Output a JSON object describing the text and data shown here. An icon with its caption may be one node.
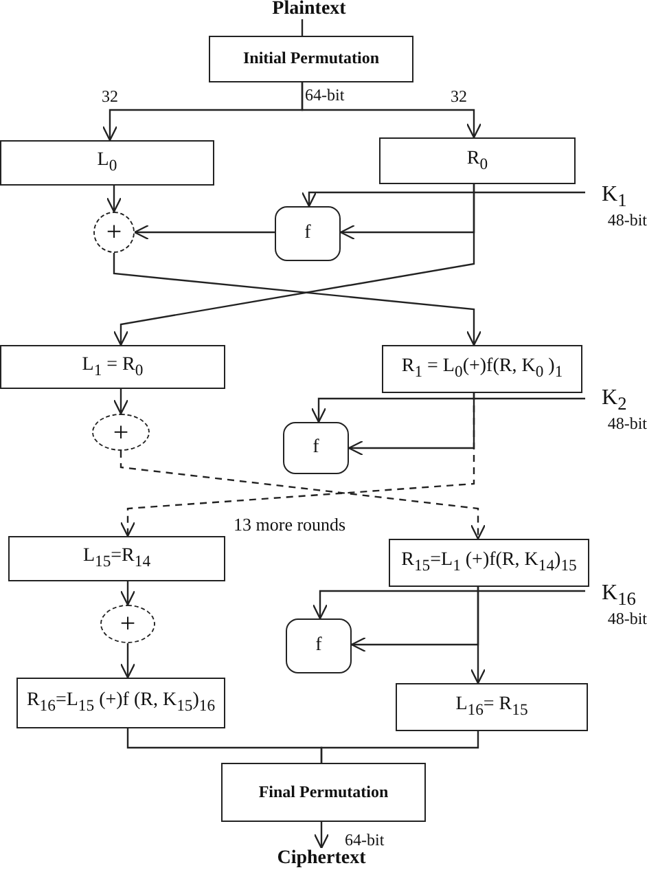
{
  "diagram": {
    "nodes": [
      {
        "text": [
          "Plaintext"
        ]
      },
      {
        "text": [
          "Initial Permutation"
        ]
      },
      {
        "text": [
          "L$_{0}$"
        ]
      },
      {
        "text": [
          "R$_{0}$"
        ]
      },
      {
        "text": [
          "K$_{1}$",
          "48-bit"
        ]
      },
      {
        "text": [
          "+"
        ]
      },
      {
        "text": [
          "f"
        ]
      },
      {
        "text": [
          "L$_{1}$ = R$_{0}$"
        ]
      },
      {
        "text": [
          "R$_{1}$ = L$_{0}$(+)f(R, K$_{0}$ )$_{1}$"
        ]
      },
      {
        "text": [
          "K$_{2}$",
          "48-bit"
        ]
      },
      {
        "text": [
          "+"
        ]
      },
      {
        "text": [
          "f"
        ]
      },
      {
        "text": [
          "L$_{15}$=R$_{14}$"
        ]
      },
      {
        "text": [
          "R$_{15}$=L$_{1}$ (+)f(R, K$_{14}$)$_{15}$"
        ]
      },
      {
        "text": [
          "K$_{16}$",
          "48-bit"
        ]
      },
      {
        "text": [
          "+"
        ]
      },
      {
        "text": [
          "f"
        ]
      },
      {
        "text": [
          "R$_{16}$=L$_{15}$ (+)f (R, K$_{15}$)$_{16}$"
        ]
      },
      {
        "text": [
          "L$_{16}$= R$_{15}$"
        ]
      },
      {
        "text": [
          "Final Permutation"
        ]
      },
      {
        "text": [
          "Ciphertext"
        ]
      }
    ],
    "edges": [
      {
        "from": 0,
        "to": 1,
        "arrow": "none"
      },
      {
        "from": 1,
        "to": 2,
        "arrow": "to"
      },
      {
        "from": 1,
        "to": 3,
        "arrow": "to"
      },
      {
        "from": 2,
        "to": 5,
        "arrow": "to"
      },
      {
        "from": 3,
        "to": 6,
        "arrow": "to"
      },
      {
        "from": 4,
        "to": 6,
        "arrow": "to"
      },
      {
        "from": 6,
        "to": 5,
        "arrow": "to"
      },
      {
        "from": 3,
        "to": 7,
        "arrow": "to"
      },
      {
        "from": 5,
        "to": 8,
        "arrow": "to"
      },
      {
        "from": 7,
        "to": 10,
        "arrow": "to"
      },
      {
        "from": 8,
        "to": 11,
        "arrow": "to"
      },
      {
        "from": 9,
        "to": 11,
        "arrow": "to"
      },
      {
        "from": 10,
        "to": 13,
        "arrow": "to",
        "style": "dashed"
      },
      {
        "from": 8,
        "to": 12,
        "arrow": "to",
        "style": "dashed"
      },
      {
        "from": 12,
        "to": 15,
        "arrow": "to"
      },
      {
        "from": 15,
        "to": 17,
        "arrow": "to"
      },
      {
        "from": 13,
        "to": 16,
        "arrow": "to"
      },
      {
        "from": 14,
        "to": 16,
        "arrow": "to"
      },
      {
        "from": 13,
        "to": 18,
        "arrow": "to"
      },
      {
        "from": 17,
        "to": 19,
        "arrow": "none"
      },
      {
        "from": 18,
        "to": 19,
        "arrow": "none"
      },
      {
        "from": 19,
        "to": 20,
        "arrow": "to"
      }
    ],
    "labels": [
      "32",
      "64-bit",
      "32",
      "13 more rounds",
      "64-bit"
    ]
  }
}
